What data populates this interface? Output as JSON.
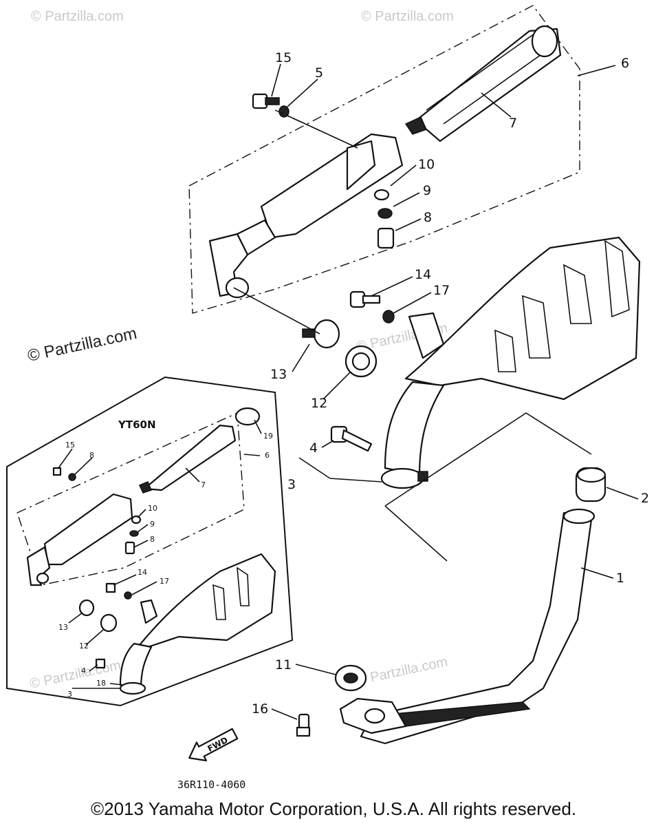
{
  "watermarks": {
    "top_left": "© Partzilla.com",
    "top_right": "© Partzilla.com",
    "mid_left": "© Partzilla.com",
    "center": "© Partzilla.com",
    "bottom_left": "© Partzilla.com",
    "bottom_center": "© Partzilla.com"
  },
  "main_callouts": {
    "c1": "1",
    "c2": "2",
    "c3": "3",
    "c4": "4",
    "c5": "5",
    "c6": "6",
    "c7": "7",
    "c8": "8",
    "c9": "9",
    "c10": "10",
    "c11": "11",
    "c12": "12",
    "c13": "13",
    "c14": "14",
    "c15": "15",
    "c16": "16",
    "c17": "17"
  },
  "inset": {
    "title": "YT60N",
    "callouts": {
      "c3": "3",
      "c4": "4",
      "c6": "6",
      "c7": "7",
      "c8": "8",
      "c8b": "8",
      "c9": "9",
      "c10": "10",
      "c12": "12",
      "c13": "13",
      "c14": "14",
      "c15": "15",
      "c17": "17",
      "c18": "18",
      "c19": "19"
    }
  },
  "fwd_label": "FWD",
  "drawing_number": "36R110-4060",
  "copyright": "©2013 Yamaha Motor Corporation, U.S.A. All rights reserved."
}
